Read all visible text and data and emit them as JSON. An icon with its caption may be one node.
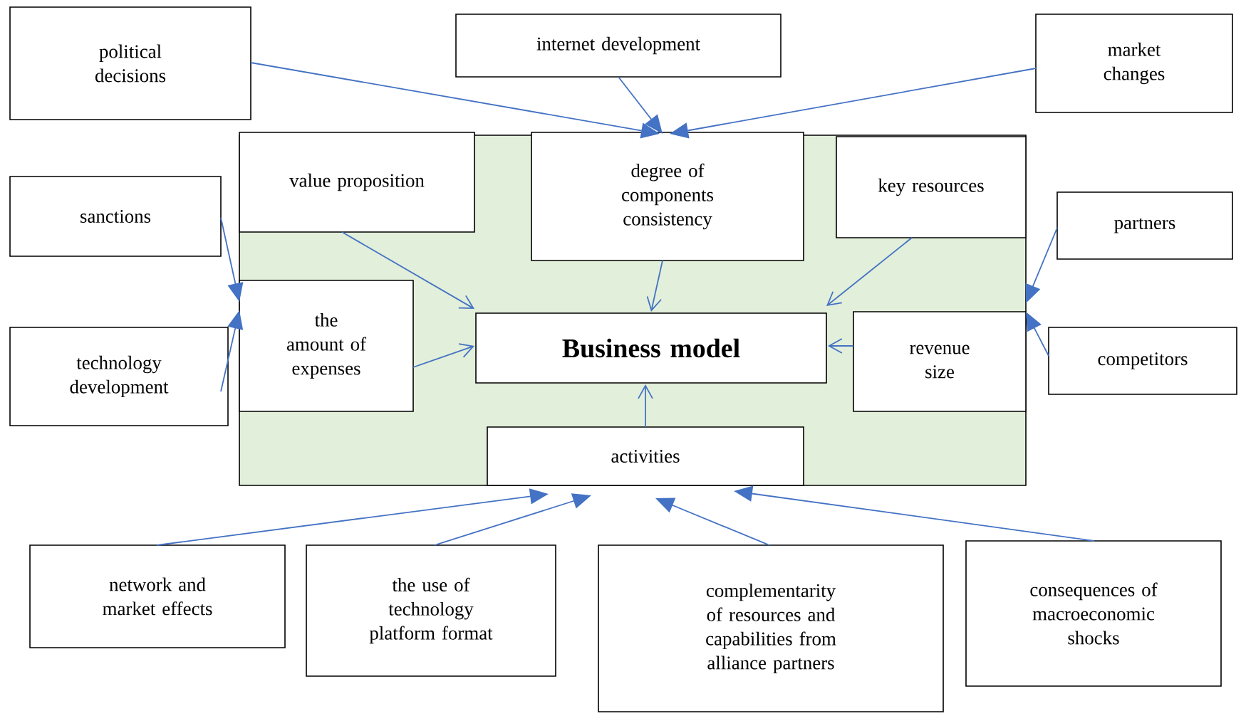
{
  "diagram": {
    "nodes": [
      {
        "text": [],
        "shape": "box"
      },
      {
        "text": [
          "value proposition"
        ],
        "in": 0
      },
      {
        "text": [
          "degree of components consistency"
        ],
        "in": 0
      },
      {
        "text": [
          "key resources"
        ],
        "in": 0
      },
      {
        "text": [
          "the amount of expenses"
        ],
        "in": 0
      },
      {
        "text": [
          "**Business model**"
        ],
        "in": 0
      },
      {
        "text": [
          "revenue size"
        ],
        "in": 0
      },
      {
        "text": [
          "activities"
        ],
        "in": 0
      },
      {
        "text": [
          "political decisions"
        ]
      },
      {
        "text": [
          "internet development"
        ]
      },
      {
        "text": [
          "market changes"
        ]
      },
      {
        "text": [
          "sanctions"
        ]
      },
      {
        "text": [
          "technology development"
        ]
      },
      {
        "text": [
          "partners"
        ]
      },
      {
        "text": [
          "competitors"
        ]
      },
      {
        "text": [
          "network and market effects"
        ]
      },
      {
        "text": [
          "the use of technology platform format"
        ]
      },
      {
        "text": [
          "complementarity of resources and capabilities from alliance partners"
        ]
      },
      {
        "text": [
          "consequences of macroeconomic shocks"
        ]
      }
    ],
    "edges": [
      {
        "from": 1,
        "to": 5,
        "arrow": "to"
      },
      {
        "from": 2,
        "to": 5,
        "arrow": "to"
      },
      {
        "from": 3,
        "to": 5,
        "arrow": "to"
      },
      {
        "from": 4,
        "to": 5,
        "arrow": "to"
      },
      {
        "from": 6,
        "to": 5,
        "arrow": "to"
      },
      {
        "from": 7,
        "to": 5,
        "arrow": "to"
      },
      {
        "from": 8,
        "to": 2,
        "arrow": "to"
      },
      {
        "from": 9,
        "to": 2,
        "arrow": "to"
      },
      {
        "from": 10,
        "to": 2,
        "arrow": "to"
      },
      {
        "from": 11,
        "to": 4,
        "arrow": "to"
      },
      {
        "from": 12,
        "to": 4,
        "arrow": "to"
      },
      {
        "from": 13,
        "to": 6,
        "arrow": "to"
      },
      {
        "from": 14,
        "to": 6,
        "arrow": "to"
      },
      {
        "from": 15,
        "to": 7,
        "arrow": "to"
      },
      {
        "from": 16,
        "to": 7,
        "arrow": "to"
      },
      {
        "from": 17,
        "to": 7,
        "arrow": "to"
      },
      {
        "from": 18,
        "to": 7,
        "arrow": "to"
      }
    ]
  }
}
